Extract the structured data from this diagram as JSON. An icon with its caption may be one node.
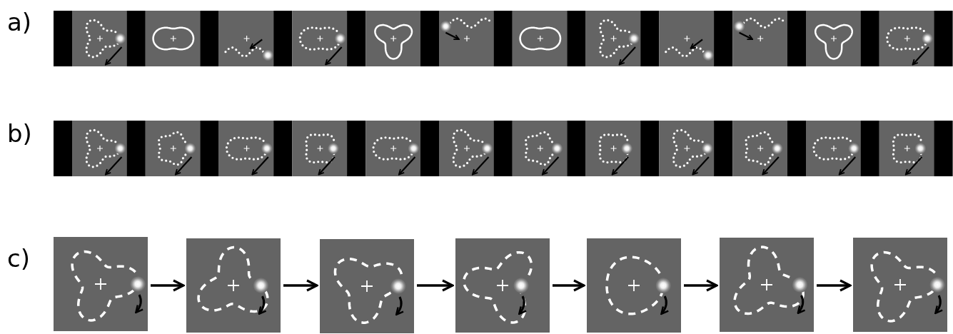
{
  "diagram": {
    "nodes": [
      {
        "text": [],
        "shape": "box"
      },
      {
        "text": [],
        "shape": "box"
      },
      {
        "text": [],
        "shape": "box"
      },
      {
        "text": [],
        "shape": "box"
      },
      {
        "text": [],
        "shape": "box"
      },
      {
        "text": [],
        "shape": "box"
      },
      {
        "text": [],
        "shape": "box"
      }
    ],
    "edges": [
      {
        "from": 0,
        "to": 1,
        "arrow": "to"
      },
      {
        "from": 1,
        "to": 2,
        "arrow": "to"
      },
      {
        "from": 2,
        "to": 3,
        "arrow": "to"
      },
      {
        "from": 3,
        "to": 4,
        "arrow": "to"
      },
      {
        "from": 4,
        "to": 5,
        "arrow": "to"
      },
      {
        "from": 5,
        "to": 6,
        "arrow": "to"
      }
    ],
    "labels": [
      "a)",
      "b)",
      "c)"
    ]
  }
}
